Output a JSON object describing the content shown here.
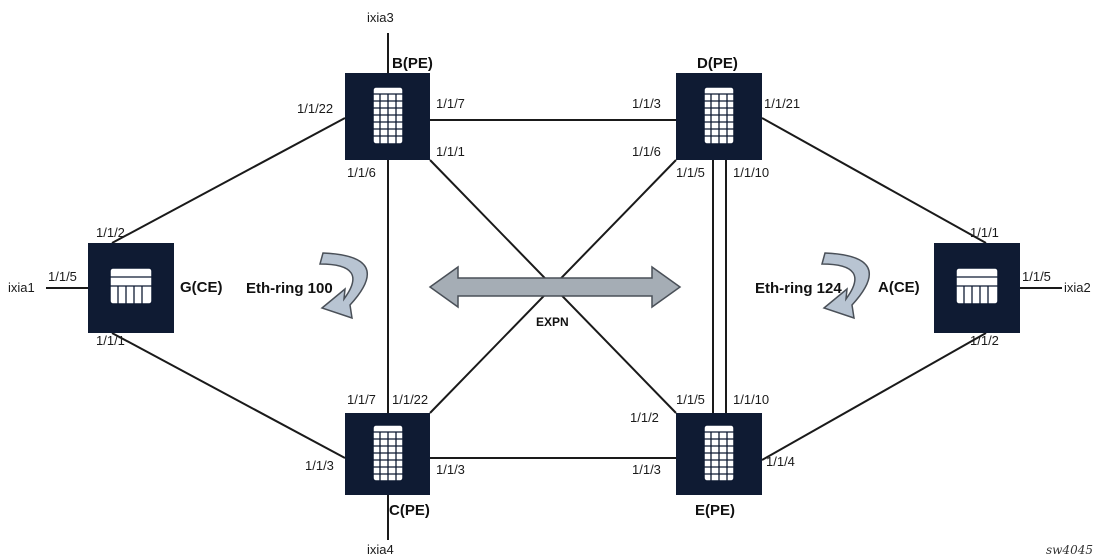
{
  "nodes": {
    "B": {
      "name": "B(PE)"
    },
    "D": {
      "name": "D(PE)"
    },
    "C": {
      "name": "C(PE)"
    },
    "E": {
      "name": "E(PE)"
    },
    "G": {
      "name": "G(CE)"
    },
    "A": {
      "name": "A(CE)"
    }
  },
  "hosts": {
    "ixia1": "ixia1",
    "ixia2": "ixia2",
    "ixia3": "ixia3",
    "ixia4": "ixia4"
  },
  "ports": {
    "b_1_1_22": "1/1/22",
    "b_1_1_7": "1/1/7",
    "b_1_1_1": "1/1/1",
    "b_1_1_6": "1/1/6",
    "d_1_1_3": "1/1/3",
    "d_1_1_21": "1/1/21",
    "d_1_1_6": "1/1/6",
    "d_1_1_5": "1/1/5",
    "d_1_1_10": "1/1/10",
    "g_1_1_2": "1/1/2",
    "g_1_1_5": "1/1/5",
    "g_1_1_1": "1/1/1",
    "a_1_1_1": "1/1/1",
    "a_1_1_5": "1/1/5",
    "a_1_1_2": "1/1/2",
    "c_1_1_7": "1/1/7",
    "c_1_1_22": "1/1/22",
    "c_1_1_3_left": "1/1/3",
    "c_1_1_3_right": "1/1/3",
    "e_1_1_2": "1/1/2",
    "e_1_1_5": "1/1/5",
    "e_1_1_10": "1/1/10",
    "e_1_1_3": "1/1/3",
    "e_1_1_4": "1/1/4"
  },
  "rings": {
    "left": "Eth-ring 100",
    "right": "Eth-ring 124"
  },
  "expn_label": "EXPN",
  "figure_id": "sw4045",
  "colors": {
    "device": "#0f1b33",
    "arrow_fill": "#a5adb5",
    "ring_arrow_fill": "#b8c4d2"
  }
}
